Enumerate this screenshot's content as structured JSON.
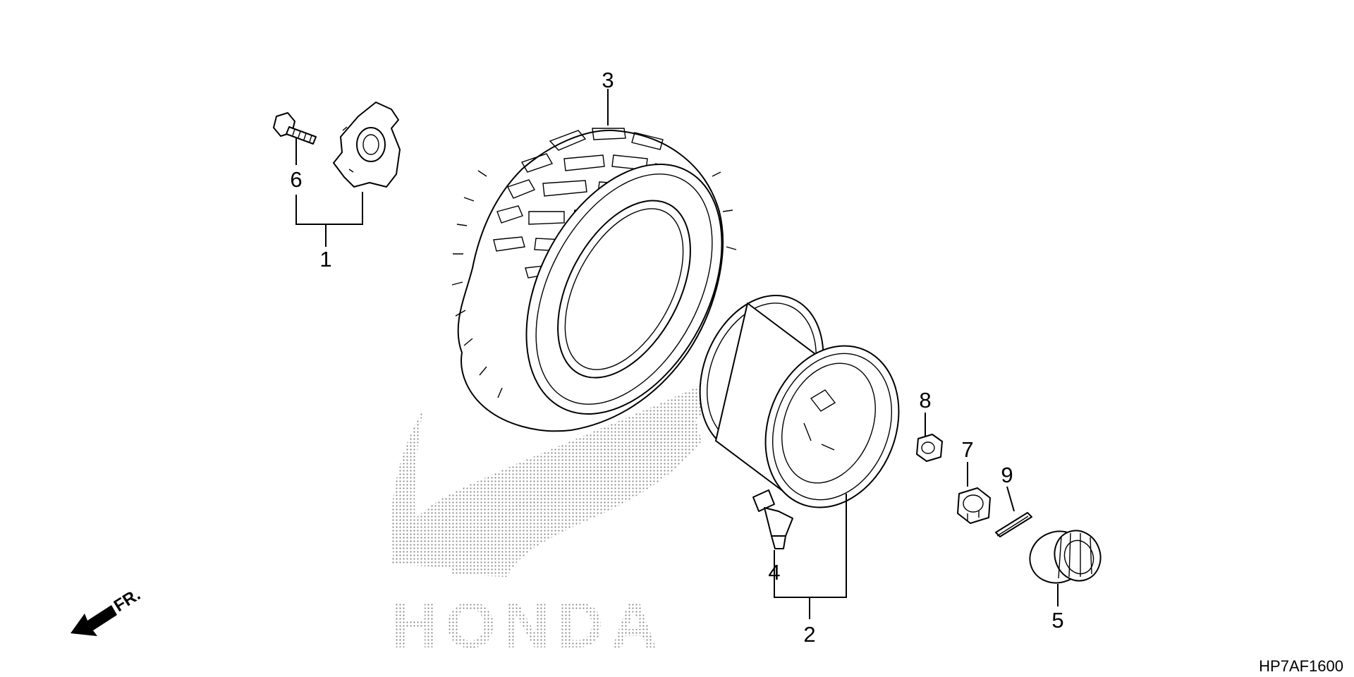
{
  "diagram": {
    "callouts": [
      "1",
      "2",
      "3",
      "4",
      "5",
      "6",
      "7",
      "8",
      "9"
    ],
    "diagram_code": "HP7AF1600",
    "direction_label": "FR.",
    "watermark_text": "HONDA"
  },
  "colors": {
    "line": "#000000",
    "watermark_dots": "#8a8a8a",
    "background": "#ffffff"
  },
  "icons": {
    "direction_arrow": "arrow-front-icon",
    "watermark": "honda-wing-logo"
  }
}
